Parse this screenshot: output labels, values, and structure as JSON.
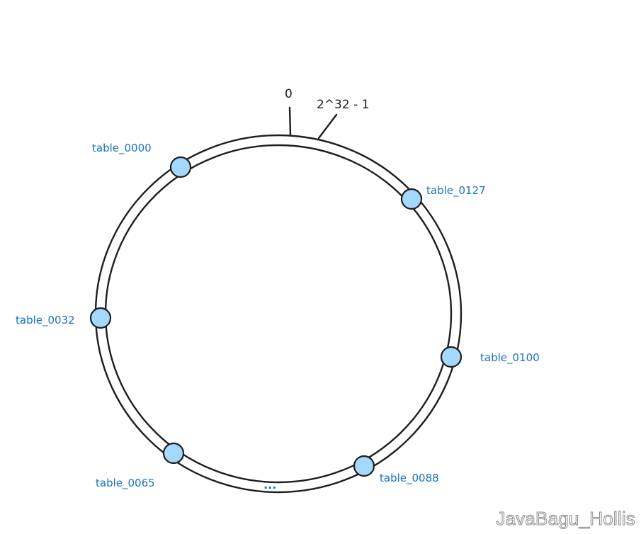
{
  "ring": {
    "start_label": "0",
    "end_label": "2^32 - 1",
    "gap_label": "..."
  },
  "nodes": [
    {
      "id": "table_0000",
      "label": "table_0000"
    },
    {
      "id": "table_0127",
      "label": "table_0127"
    },
    {
      "id": "table_0032",
      "label": "table_0032"
    },
    {
      "id": "table_0100",
      "label": "table_0100"
    },
    {
      "id": "table_0065",
      "label": "table_0065"
    },
    {
      "id": "table_0088",
      "label": "table_0088"
    }
  ],
  "colors": {
    "node_fill": "#a5d8ff",
    "stroke": "#1e1e1e",
    "label": "#1971c2"
  },
  "watermark": "JavaBagu_Hollis"
}
